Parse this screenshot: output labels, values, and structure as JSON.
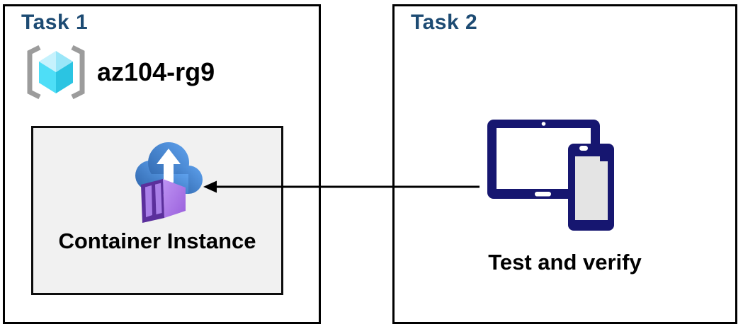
{
  "task1": {
    "title": "Task 1",
    "resource_group": {
      "name": "az104-rg9",
      "icon": "resource-group-icon"
    },
    "container_box": {
      "label": "Container Instance",
      "icon": "container-instances-icon"
    }
  },
  "task2": {
    "title": "Task 2",
    "icon": "tablet-and-phone-devices-icon",
    "label": "Test and verify"
  },
  "connector": {
    "description": "arrow from devices to container instance",
    "direction": "right-to-left"
  },
  "colors": {
    "task-title": "#1D4B73",
    "box-border": "#000000",
    "inner-box-bg": "#F1F1F1",
    "inner-box-border": "#0D0D0D",
    "label-text": "#000000",
    "device-navy": "#161670",
    "device-screen-gray": "#E4E4E4",
    "bracket-gray": "#9C9C9C",
    "cube-top-light": "#C6F2FD",
    "cube-top": "#9AE6F8",
    "cube-left": "#4EDEF7",
    "cube-right": "#2BC4E2",
    "cloud-dark": "#2F66AC",
    "cloud-light": "#5FA2EE",
    "container-front": "#5B2F9C",
    "container-door": "#A97FE8",
    "container-side-light": "#BE93F3",
    "container-side-dark": "#9A60DC",
    "arrow": "#000000"
  }
}
